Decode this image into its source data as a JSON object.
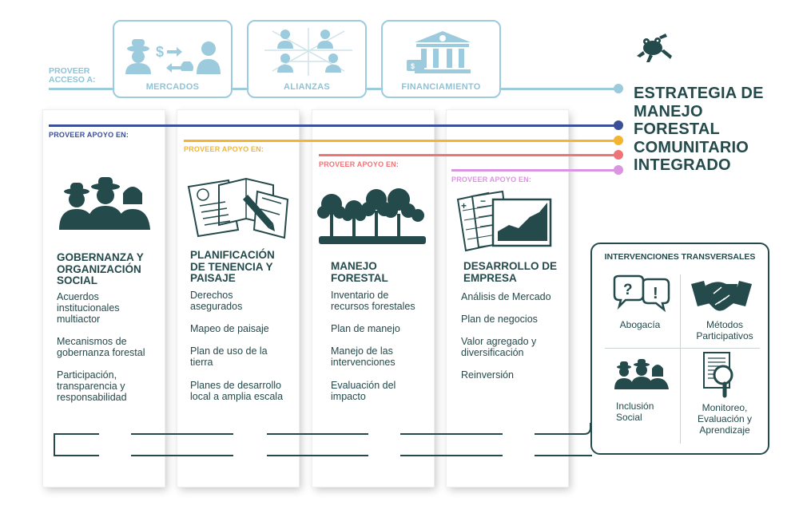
{
  "provide_access": {
    "label_line1": "PROVEER",
    "label_line2": "ACCESO A:",
    "boxes": [
      {
        "label": "MERCADOS",
        "icon": "market-exchange-icon"
      },
      {
        "label": "ALIANZAS",
        "icon": "alliances-network-icon"
      },
      {
        "label": "FINANCIAMIENTO",
        "icon": "bank-icon"
      }
    ]
  },
  "strategy": {
    "logo_icon": "frog-icon",
    "lines": [
      "ESTRATEGIA DE",
      "MANEJO",
      "FORESTAL",
      "COMUNITARIO",
      "INTEGRADO"
    ]
  },
  "colors": {
    "access": "#9ccbdd",
    "governance": "#3a4f96",
    "planning": "#f3b52f",
    "management": "#ef7478",
    "enterprise": "#d995df",
    "dark": "#244a4c"
  },
  "columns": [
    {
      "support_label": "PROVEER APOYO EN:",
      "icon": "community-people-icon",
      "title": [
        "GOBERNANZA Y",
        "ORGANIZACIÓN",
        "SOCIAL"
      ],
      "items": [
        [
          "Acuerdos",
          "institucionales",
          "multiactor"
        ],
        [
          "Mecanismos de",
          "gobernanza forestal"
        ],
        [
          "Participación,",
          "transparencia y",
          "responsabilidad"
        ]
      ]
    },
    {
      "support_label": "PROVEER APOYO EN:",
      "icon": "maps-pencil-icon",
      "title": [
        "PLANIFICACIÓN",
        "DE TENENCIA Y",
        "PAISAJE"
      ],
      "items": [
        [
          "Derechos",
          "asegurados"
        ],
        [
          "Mapeo de paisaje"
        ],
        [
          "Plan  de uso de la",
          "tierra"
        ],
        [
          "Planes de desarrollo",
          "local a amplia escala"
        ]
      ]
    },
    {
      "support_label": "PROVEER APOYO EN:",
      "icon": "forest-trees-icon",
      "title": [
        "MANEJO",
        "FORESTAL"
      ],
      "items": [
        [
          "Inventario de",
          "recursos forestales"
        ],
        [
          "Plan de manejo"
        ],
        [
          "Manejo de las",
          "intervenciones"
        ],
        [
          "Evaluación del",
          "impacto"
        ]
      ]
    },
    {
      "support_label": "PROVEER APOYO EN:",
      "icon": "business-chart-icon",
      "title": [
        "DESARROLLO DE",
        "EMPRESA"
      ],
      "items": [
        [
          "Análisis de Mercado"
        ],
        [
          "Plan de negocios"
        ],
        [
          "Valor agregado y",
          "diversificación"
        ],
        [
          "Reinversión"
        ]
      ]
    }
  ],
  "transversal": {
    "title": "INTERVENCIONES TRANSVERSALES",
    "cells": [
      {
        "label": [
          "Abogacía"
        ],
        "icon": "speech-bubbles-icon"
      },
      {
        "label": [
          "Métodos",
          "Participativos"
        ],
        "icon": "handshake-icon"
      },
      {
        "label": [
          "Inclusión",
          "Social"
        ],
        "icon": "people-group-icon"
      },
      {
        "label": [
          "Monitoreo,",
          "Evaluación y",
          "Aprendizaje"
        ],
        "icon": "magnifier-document-icon"
      }
    ]
  }
}
